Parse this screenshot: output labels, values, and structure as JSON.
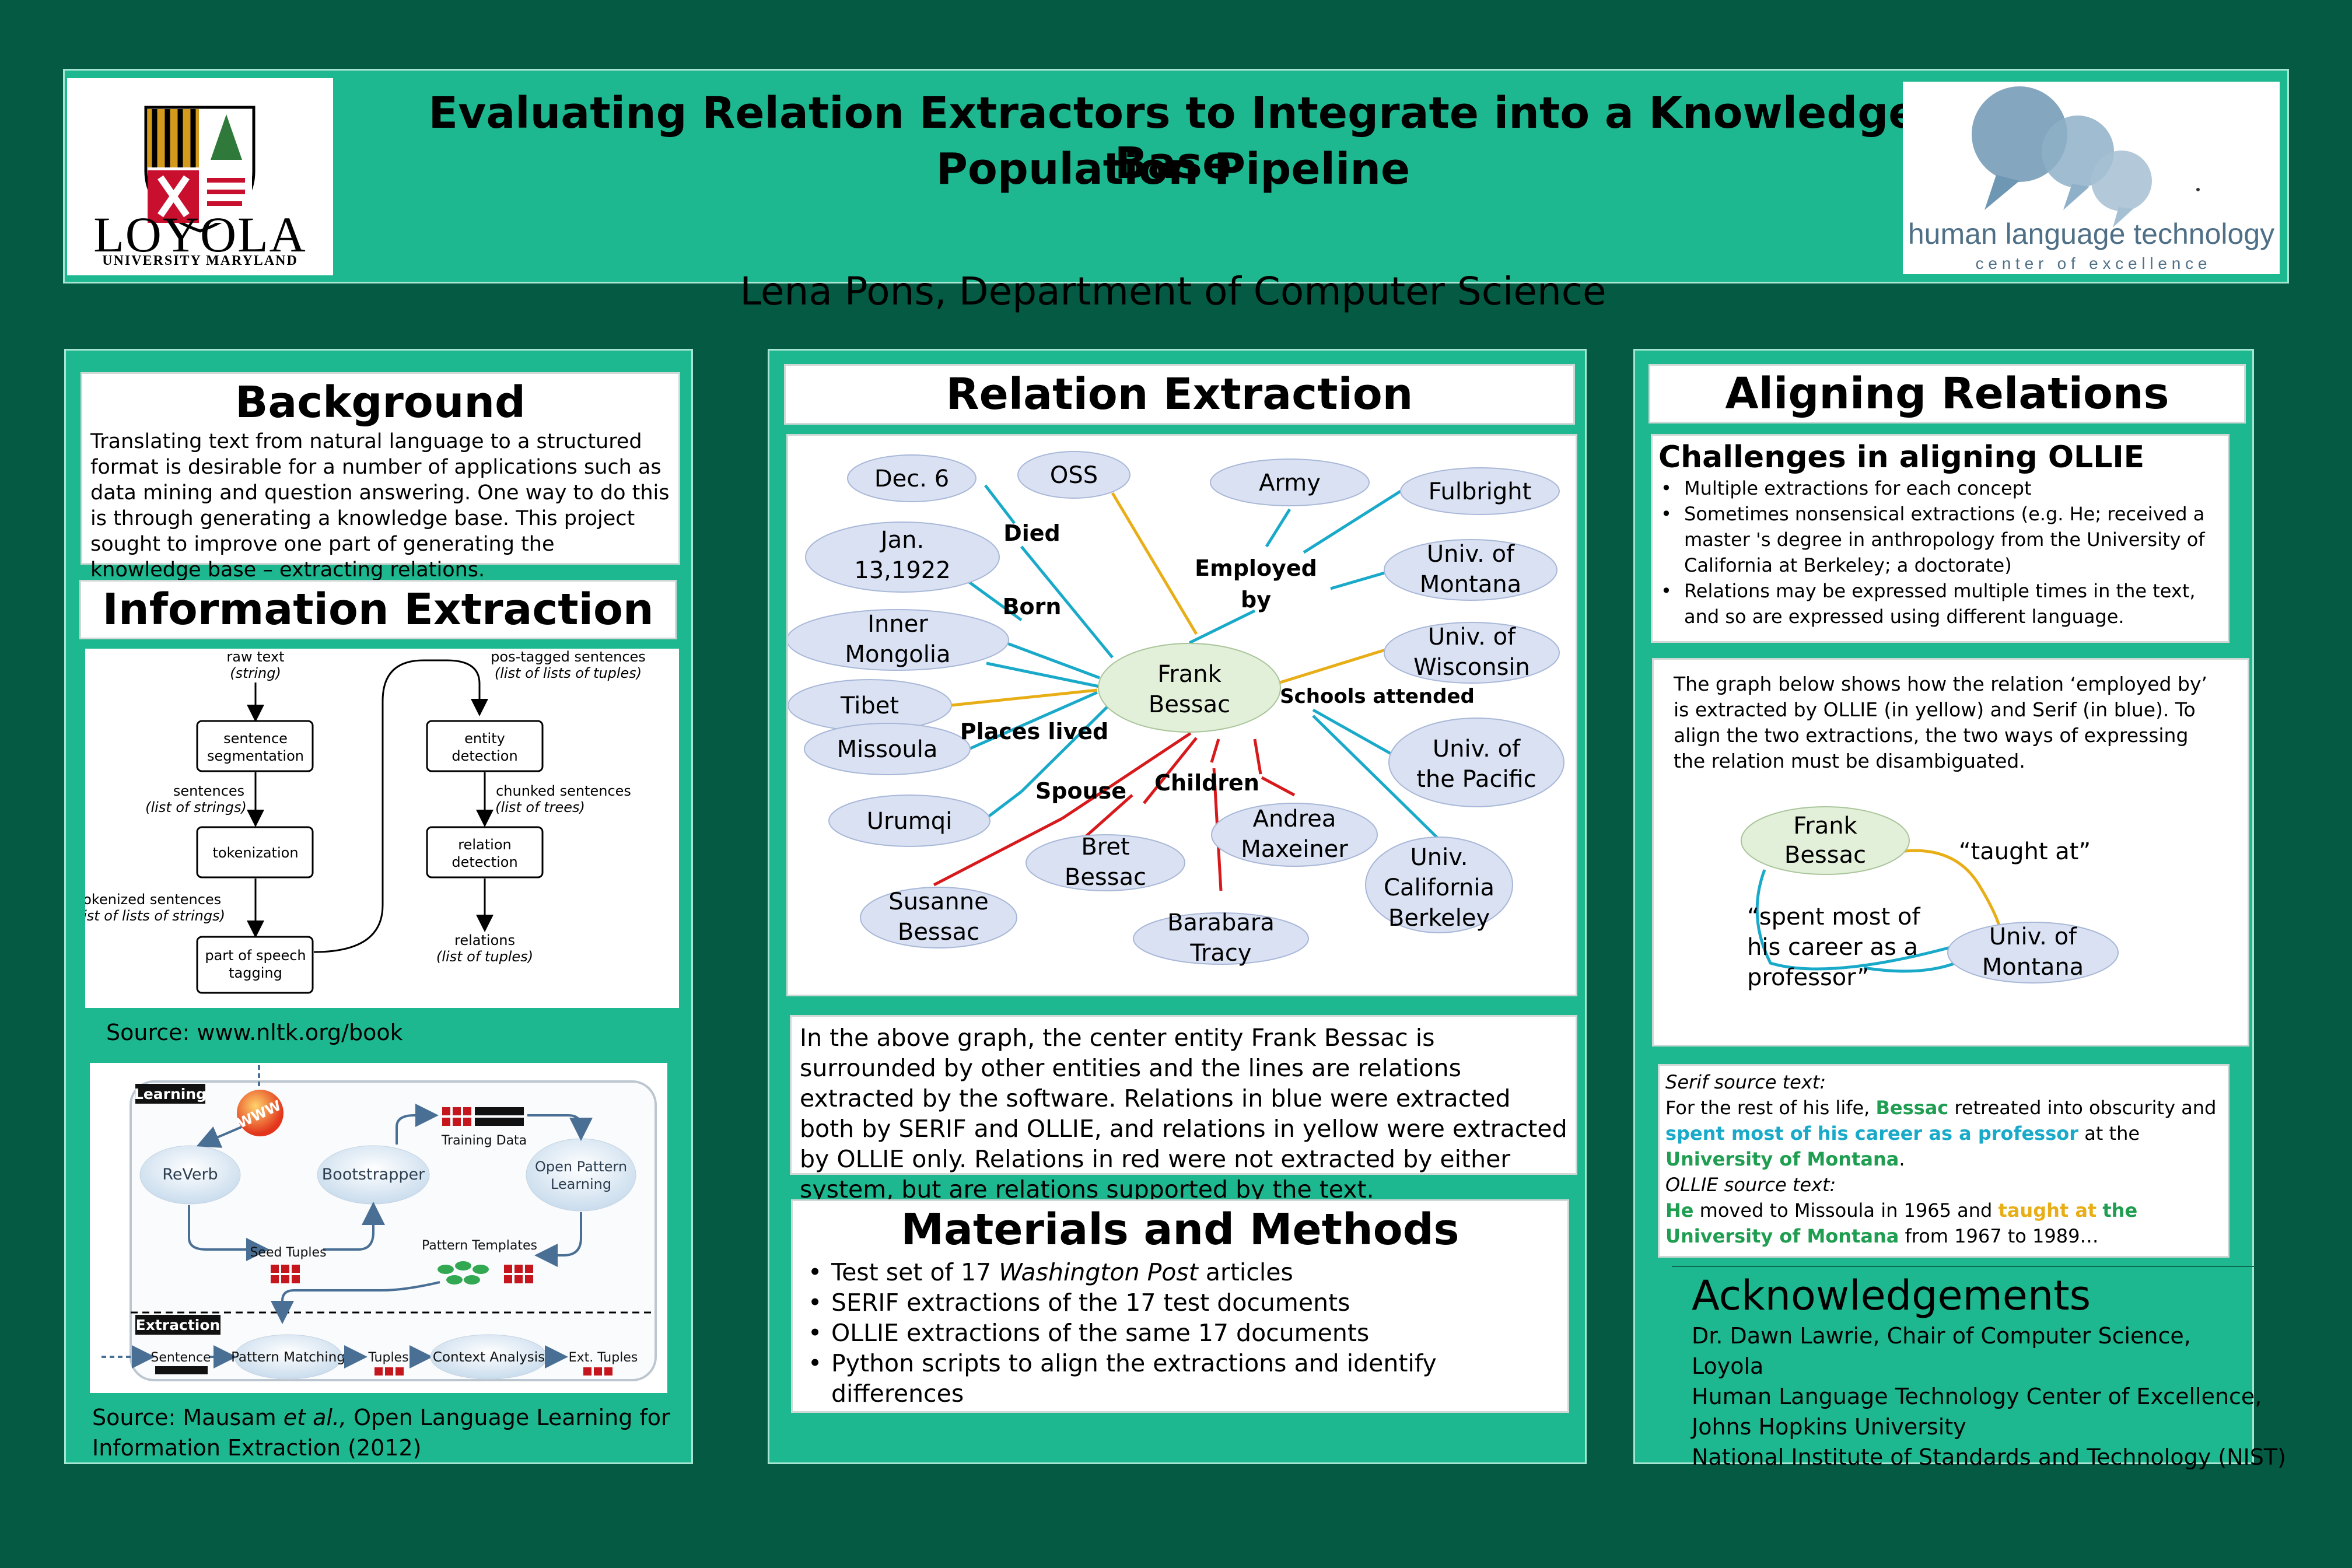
{
  "header": {
    "title_line1": "Evaluating Relation Extractors to Integrate into a Knowledge Base",
    "title_line2": "Population Pipeline",
    "author": "Lena Pons, Department of Computer Science",
    "loyola_name": "LOYOLA",
    "loyola_sub": "UNIVERSITY MARYLAND",
    "hlt_name": "human language technology",
    "hlt_sub": "c e n t e r   o f   e x c e l l e n c e"
  },
  "background": {
    "title": "Background",
    "text": "Translating text from natural language to a structured format is desirable for a number of applications  such as data mining and question answering. One way to do this is through generating a knowledge base. This project sought to improve one part of generating the knowledge base – extracting relations."
  },
  "info_extraction": {
    "title": "Information Extraction",
    "flow": {
      "raw_text": "raw text",
      "raw_text_type": "(string)",
      "sentence_seg_1": "sentence",
      "sentence_seg_2": "segmentation",
      "sentences": "sentences",
      "sentences_type": "(list of strings)",
      "tokenization": "tokenization",
      "tokenized": "tokenized sentences",
      "tokenized_type": "(list of lists of strings)",
      "pos_1": "part of speech",
      "pos_2": "tagging",
      "pos_tagged": "pos-tagged sentences",
      "pos_tagged_type": "(list of lists of tuples)",
      "entity_1": "entity",
      "entity_2": "detection",
      "chunked": "chunked sentences",
      "chunked_type": "(list of trees)",
      "relation_1": "relation",
      "relation_2": "detection",
      "relations": "relations",
      "relations_type": "(list of tuples)"
    },
    "source1": "Source: www.nltk.org/book",
    "diagram2": {
      "learning": "Learning",
      "www": "WWW",
      "reverb": "ReVerb",
      "bootstrapper": "Bootstrapper",
      "training_data": "Training Data",
      "open_pattern_1": "Open Pattern",
      "open_pattern_2": "Learning",
      "seed_tuples": "Seed Tuples",
      "pattern_templates": "Pattern Templates",
      "extraction": "Extraction",
      "sentence": "Sentence",
      "pattern_matching": "Pattern Matching",
      "tuples": "Tuples",
      "context_analysis": "Context Analysis",
      "ext_tuples": "Ext. Tuples"
    },
    "source2_a": "Source: Mausam ",
    "source2_et": "et al.,",
    "source2_b": " Open Language Learning for",
    "source2_c": "Information Extraction (2012)"
  },
  "relation_extraction": {
    "title": "Relation Extraction",
    "graph": {
      "center_1": "Frank",
      "center_2": "Bessac",
      "dec6": "Dec. 6",
      "jan_1": "Jan.",
      "jan_2": "13,1922",
      "oss": "OSS",
      "army": "Army",
      "fulbright": "Fulbright",
      "montana_1": "Univ. of",
      "montana_2": "Montana",
      "wisconsin_1": "Univ. of",
      "wisconsin_2": "Wisconsin",
      "pacific_1": "Univ. of",
      "pacific_2": "the Pacific",
      "berkeley_1": "Univ.",
      "berkeley_2": "California",
      "berkeley_3": "Berkeley",
      "inner_1": "Inner",
      "inner_2": "Mongolia",
      "tibet": "Tibet",
      "missoula": "Missoula",
      "urumqi": "Urumqi",
      "susanne_1": "Susanne",
      "susanne_2": "Bessac",
      "bret_1": "Bret",
      "bret_2": "Bessac",
      "barabara_1": "Barabara",
      "barabara_2": "Tracy",
      "andrea_1": "Andrea",
      "andrea_2": "Maxeiner",
      "lbl_died": "Died",
      "lbl_born": "Born",
      "lbl_employed_1": "Employed",
      "lbl_employed_2": "by",
      "lbl_schools": "Schools attended",
      "lbl_places": "Places lived",
      "lbl_spouse": "Spouse",
      "lbl_children": "Children"
    },
    "caption": "In the above graph, the center entity Frank Bessac is surrounded by other entities and the lines are relations extracted by the software. Relations in blue were extracted both by SERIF and OLLIE, and relations in yellow were extracted by OLLIE only. Relations in red were not extracted by either system, but are relations supported by the text.",
    "colors": {
      "blue": "#19a9c9",
      "yellow": "#e8ae17",
      "red": "#d8191c",
      "node_fill": "#d9e1f2",
      "center_fill": "#e2efd9"
    }
  },
  "materials": {
    "title": "Materials and Methods",
    "item1_a": "Test set of 17 ",
    "item1_em": "Washington Post",
    "item1_b": " articles",
    "item2": "SERIF extractions of the 17 test documents",
    "item3": "OLLIE extractions of the same 17 documents",
    "item4": "Python scripts to align the extractions and identify differences"
  },
  "aligning": {
    "title": "Aligning Relations",
    "challenges_title": "Challenges in aligning OLLIE",
    "challenge1": "Multiple extractions for each concept",
    "challenge2": "Sometimes nonsensical extractions (e.g. He; received a master 's degree in anthropology from the University of California at Berkeley; a doctorate)",
    "challenge3": "Relations may be expressed multiple times in the text, and so are expressed using different language.",
    "graph_desc": "The graph below shows how the relation ‘employed by’ is extracted by OLLIE (in yellow) and Serif (in blue). To align the two extractions, the two ways of expressing the relation must be disambiguated.",
    "mini": {
      "frank_1": "Frank",
      "frank_2": "Bessac",
      "taught": "“taught at”",
      "montana_1": "Univ. of",
      "montana_2": "Montana",
      "spent_1": "“spent most of",
      "spent_2": "his career as a",
      "spent_3": "professor”"
    },
    "serif_label": "Serif source text:",
    "serif_1": "For the rest of his life, ",
    "serif_bessac": "Bessac",
    "serif_2": " retreated into obscurity and ",
    "serif_spent": "spent most of his career as a professor",
    "serif_3": " at the ",
    "serif_univ": "University of Montana",
    "serif_4": ".",
    "ollie_label": "OLLIE source text:",
    "ollie_he": "He",
    "ollie_1": " moved to Missoula in 1965 and ",
    "ollie_taught": "taught at",
    "ollie_2": " ",
    "ollie_univ": "the University of Montana",
    "ollie_3": " from 1967 to 1989…"
  },
  "acknowledgements": {
    "title": "Acknowledgements",
    "line1": "Dr. Dawn Lawrie, Chair of Computer Science, Loyola",
    "line2": "Human Language Technology Center of Excellence,",
    "line3": "Johns Hopkins University",
    "line4": "National Institute of Standards and Technology (NIST)"
  }
}
